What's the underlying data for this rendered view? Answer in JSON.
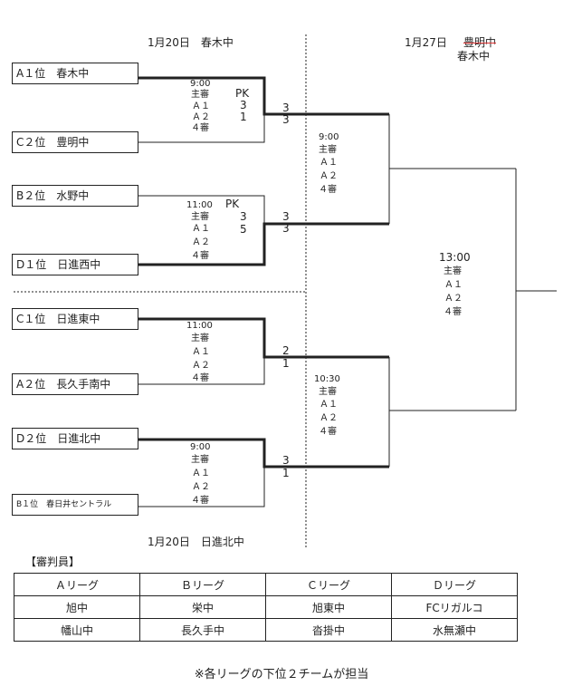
{
  "headers": {
    "left_top": "1月20日　春木中",
    "right_top_date": "1月27日",
    "right_top_struck": "豊明中",
    "right_top_venue": "春木中",
    "left_bottom": "1月20日　日進北中"
  },
  "teams": [
    {
      "label": "A１位　春木中"
    },
    {
      "label": "C２位　豊明中"
    },
    {
      "label": "B２位　水野中"
    },
    {
      "label": "D１位　日進西中"
    },
    {
      "label": "C１位　日進東中"
    },
    {
      "label": "A２位　長久手南中"
    },
    {
      "label": "D２位　日進北中"
    },
    {
      "label": "B１位　春日井セントラル"
    }
  ],
  "matches": [
    {
      "lines": [
        "9:00",
        "主審",
        "Ａ１",
        "Ａ２",
        "４審"
      ],
      "pk_label": "PK",
      "pk": [
        "3",
        "1"
      ],
      "score": [
        "3",
        "3"
      ]
    },
    {
      "lines": [
        "11:00",
        "主審",
        "Ａ１",
        "Ａ２",
        "４審"
      ],
      "pk_label": "PK",
      "pk": [
        "3",
        "5"
      ],
      "score": [
        "3",
        "3"
      ]
    },
    {
      "lines": [
        "11:00",
        "主審",
        "Ａ１",
        "Ａ２",
        "４審"
      ],
      "score": [
        "2",
        "1"
      ]
    },
    {
      "lines": [
        "9:00",
        "主審",
        "Ａ１",
        "Ａ２",
        "４審"
      ],
      "score": [
        "3",
        "1"
      ]
    }
  ],
  "semis": [
    {
      "lines": [
        "9:00",
        "主審",
        "Ａ１",
        "Ａ２",
        "４審"
      ]
    },
    {
      "lines": [
        "10:30",
        "主審",
        "Ａ１",
        "Ａ２",
        "４審"
      ]
    }
  ],
  "final": {
    "lines": [
      "13:00",
      "主審",
      "Ａ１",
      "Ａ２",
      "４審"
    ]
  },
  "referees": {
    "title": "【審判員】",
    "headers": [
      "Ａリーグ",
      "Ｂリーグ",
      "Ｃリーグ",
      "Ｄリーグ"
    ],
    "rows": [
      [
        "旭中",
        "栄中",
        "旭東中",
        "FCリガルコ"
      ],
      [
        "幡山中",
        "長久手中",
        "沓掛中",
        "水無瀬中"
      ]
    ]
  },
  "footnote": "※各リーグの下位２チームが担当"
}
